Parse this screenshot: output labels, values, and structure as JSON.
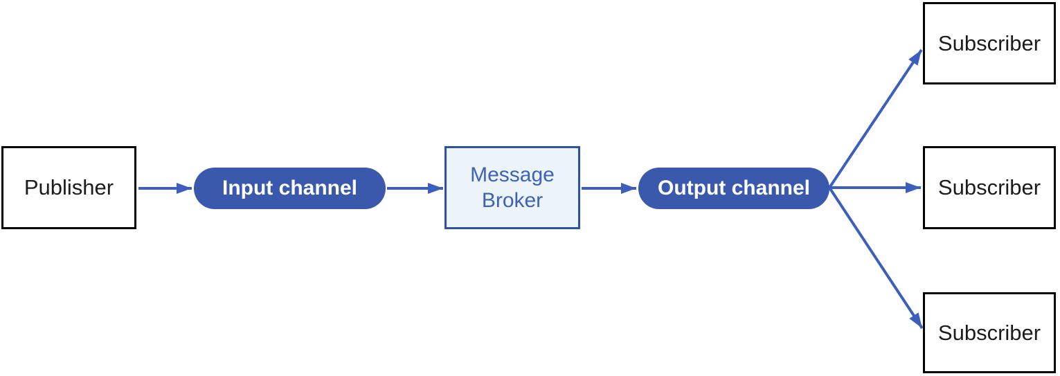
{
  "diagram": {
    "name": "publish-subscribe-channel-diagram",
    "publisher": {
      "label": "Publisher"
    },
    "input_channel": {
      "label": "Input channel"
    },
    "message_broker": {
      "line1": "Message",
      "line2": "Broker"
    },
    "output_channel": {
      "label": "Output channel"
    },
    "subscribers": {
      "top": "Subscriber",
      "middle": "Subscriber",
      "bottom": "Subscriber"
    },
    "edges": [
      {
        "from": "Publisher",
        "to": "Input channel"
      },
      {
        "from": "Input channel",
        "to": "Message Broker"
      },
      {
        "from": "Message Broker",
        "to": "Output channel"
      },
      {
        "from": "Output channel",
        "to": "Subscriber (top)"
      },
      {
        "from": "Output channel",
        "to": "Subscriber (middle)"
      },
      {
        "from": "Output channel",
        "to": "Subscriber (bottom)"
      }
    ],
    "colors": {
      "background": "#FFFFFF",
      "pill_fill": "#3A59AC",
      "pill_text": "#FFFFFF",
      "arrow": "#3C5FBE",
      "broker_fill": "#EDF4F9",
      "broker_border": "#2D52A3",
      "broker_text": "#3C63B5",
      "box_border": "#000000",
      "box_text": "#1C1C1C"
    }
  }
}
